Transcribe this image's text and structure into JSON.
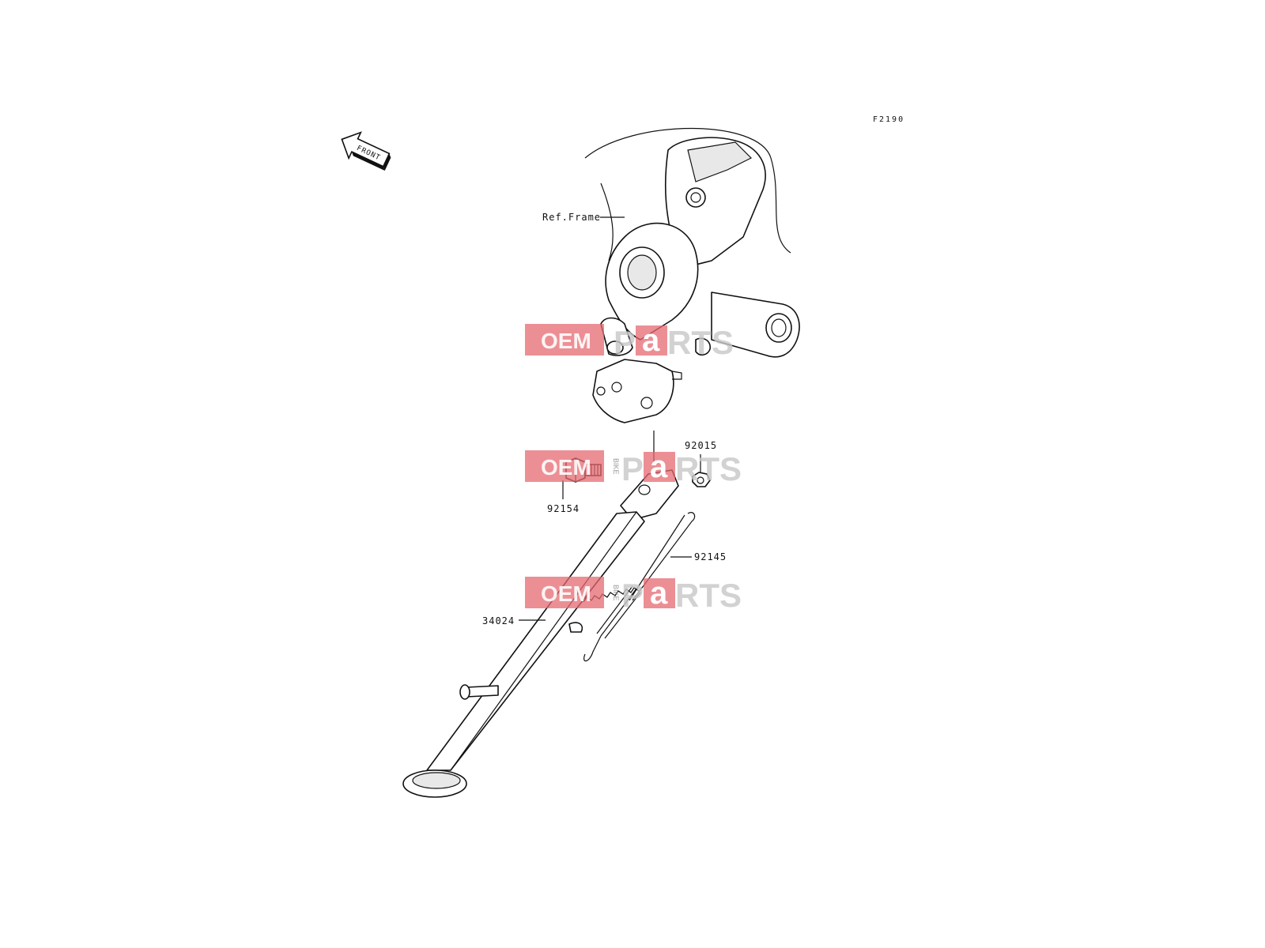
{
  "diagram_code": "F2190",
  "front_indicator": "FRONT",
  "reference_label": "Ref.Frame",
  "callouts": [
    {
      "id": "nut",
      "label": "92015"
    },
    {
      "id": "bolt",
      "label": "92154"
    },
    {
      "id": "spring",
      "label": "92145"
    },
    {
      "id": "stand",
      "label": "34024"
    }
  ],
  "watermark": {
    "prefix": "OEM",
    "vertical": "BIKE",
    "highlight": "a",
    "parts": [
      "P",
      "RTS"
    ]
  }
}
